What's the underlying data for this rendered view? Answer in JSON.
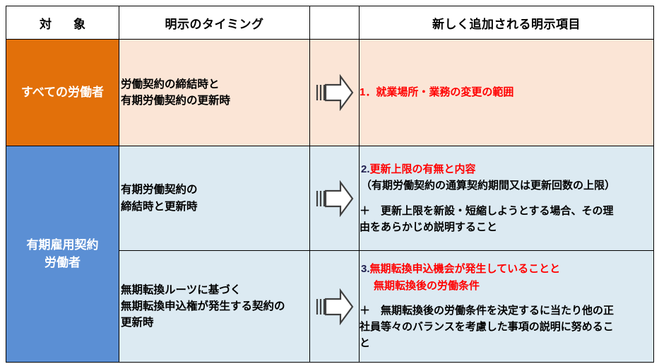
{
  "table": {
    "headers": {
      "target": "対　象",
      "timing": "明示のタイミング",
      "arrow": "",
      "items": "新しく追加される明示項目"
    },
    "colors": {
      "orange": "#E2700A",
      "blue": "#5B8FD4",
      "peach_bg": "#FBE5D6",
      "light_blue_bg": "#DCEAF2",
      "highlight_red": "#FF0000",
      "number_navy": "#1F1F4F",
      "border": "#000000"
    },
    "rows": [
      {
        "target": "すべての労働者",
        "target_style": "orange",
        "timing_lines": [
          "労働契約の締結時と",
          "有期労働契約の更新時"
        ],
        "arrow_icon": "block-arrow-right-icon",
        "item_number": "1．",
        "item_title_lines": [
          "就業場所・業務の変更の範囲"
        ],
        "item_subtitle": "",
        "item_note_lines": []
      },
      {
        "target": "有期雇用契約\n労働者",
        "target_style": "blue",
        "timing_lines": [
          "有期労働契約の",
          "締結時と更新時"
        ],
        "arrow_icon": "block-arrow-right-icon",
        "item_number": "2.",
        "item_title_lines": [
          "更新上限の有無と内容"
        ],
        "item_subtitle": "（有期労働契約の通算契約期間又は更新回数の上限）",
        "item_note_lines": [
          "＋　更新上限を新設・短縮しようとする場合、その理",
          "由をあらかじめ説明すること"
        ]
      },
      {
        "target": "",
        "target_style": "blue",
        "timing_lines": [
          "無期転換ルーツに基づく",
          "無期転換申込権が発生する契約の",
          "更新時"
        ],
        "arrow_icon": "block-arrow-right-icon",
        "item_number": "3.",
        "item_title_lines": [
          "無期転換申込機会が発生していることと",
          "無期転換後の労働条件"
        ],
        "item_subtitle": "",
        "item_note_lines": [
          "＋　無期転換後の労働条件を決定するに当たり他の正",
          "社員等々のバランスを考慮した事項の説明に努めるこ",
          "と"
        ]
      }
    ],
    "target_group_blue_label_lines": [
      "有期雇用契約",
      "労働者"
    ]
  }
}
